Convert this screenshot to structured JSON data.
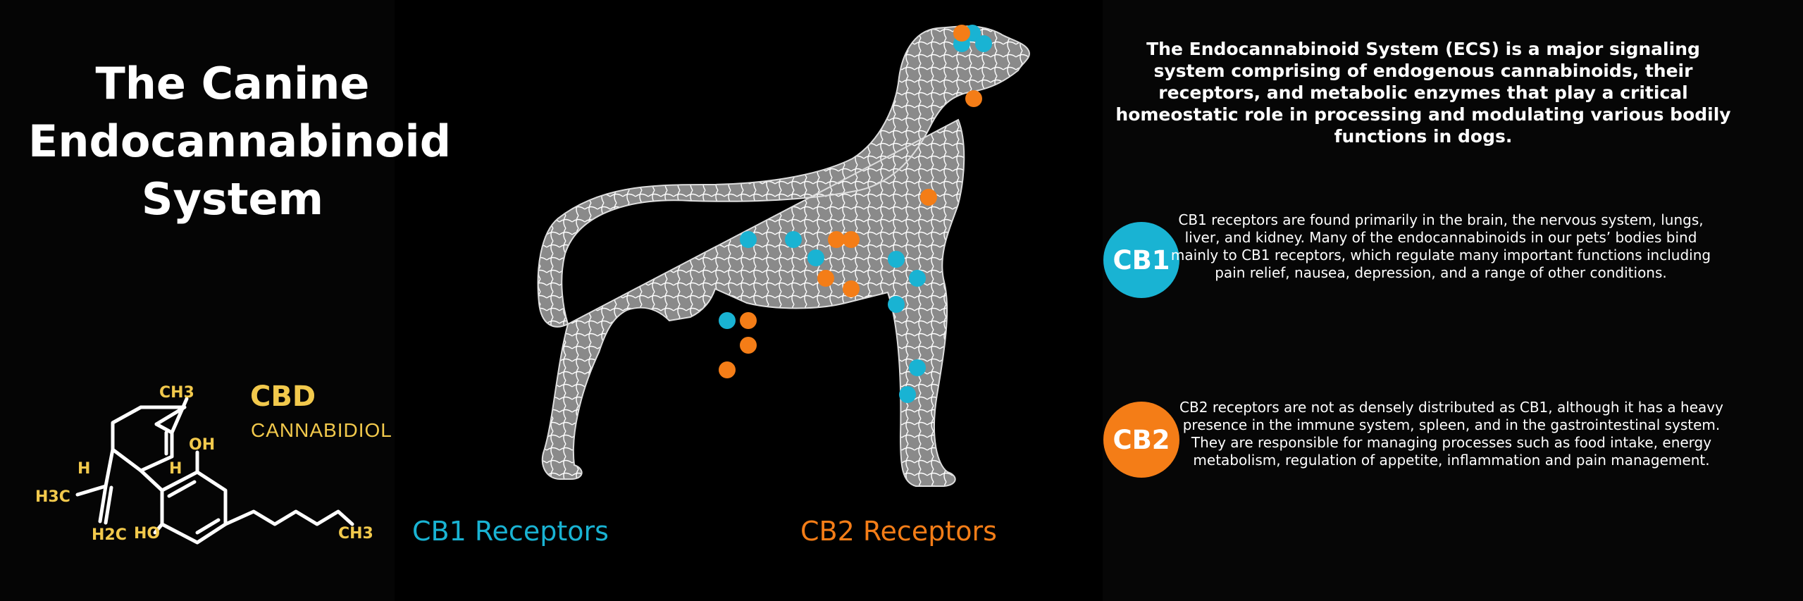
{
  "title": {
    "line1": "The Canine",
    "line2": "Endocannabinoid",
    "line3": "System"
  },
  "molecule": {
    "name": "CBD",
    "subtitle": "CANNABIDIOL",
    "labels": {
      "ch3_top": "CH3",
      "oh": "OH",
      "h_left": "H",
      "h_right": "H",
      "h3c": "H3C",
      "h2c": "H2C",
      "ho": "HO",
      "ch3_tail": "CH3"
    },
    "color": "#f2c94c"
  },
  "legend": {
    "cb1": "CB1 Receptors",
    "cb2": "CB2 Receptors"
  },
  "colors": {
    "cb1": "#19b3d3",
    "cb2": "#f47d17"
  },
  "intro": "The Endocannabinoid System (ECS) is a major signaling system comprising of endogenous cannabinoids, their receptors, and metabolic enzymes that play a critical homeostatic role in processing and modulating various bodily functions in dogs.",
  "cb1": {
    "badge": "CB1",
    "description": "CB1 receptors are found primarily in the brain, the nervous system, lungs, liver, and kidney. Many of the endocannabinoids in our pets’ bodies bind mainly to CB1 receptors, which regulate many important functions including pain relief, nausea, depression, and a range of other conditions."
  },
  "cb2": {
    "badge": "CB2",
    "description": "CB2 receptors are not as densely distributed as CB1, although it has a heavy presence in the immune system, spleen, and in the gastrointestinal system. They are responsible for managing processes such as food intake, energy metabolism, regulation of appetite, inflammation and pain management."
  }
}
